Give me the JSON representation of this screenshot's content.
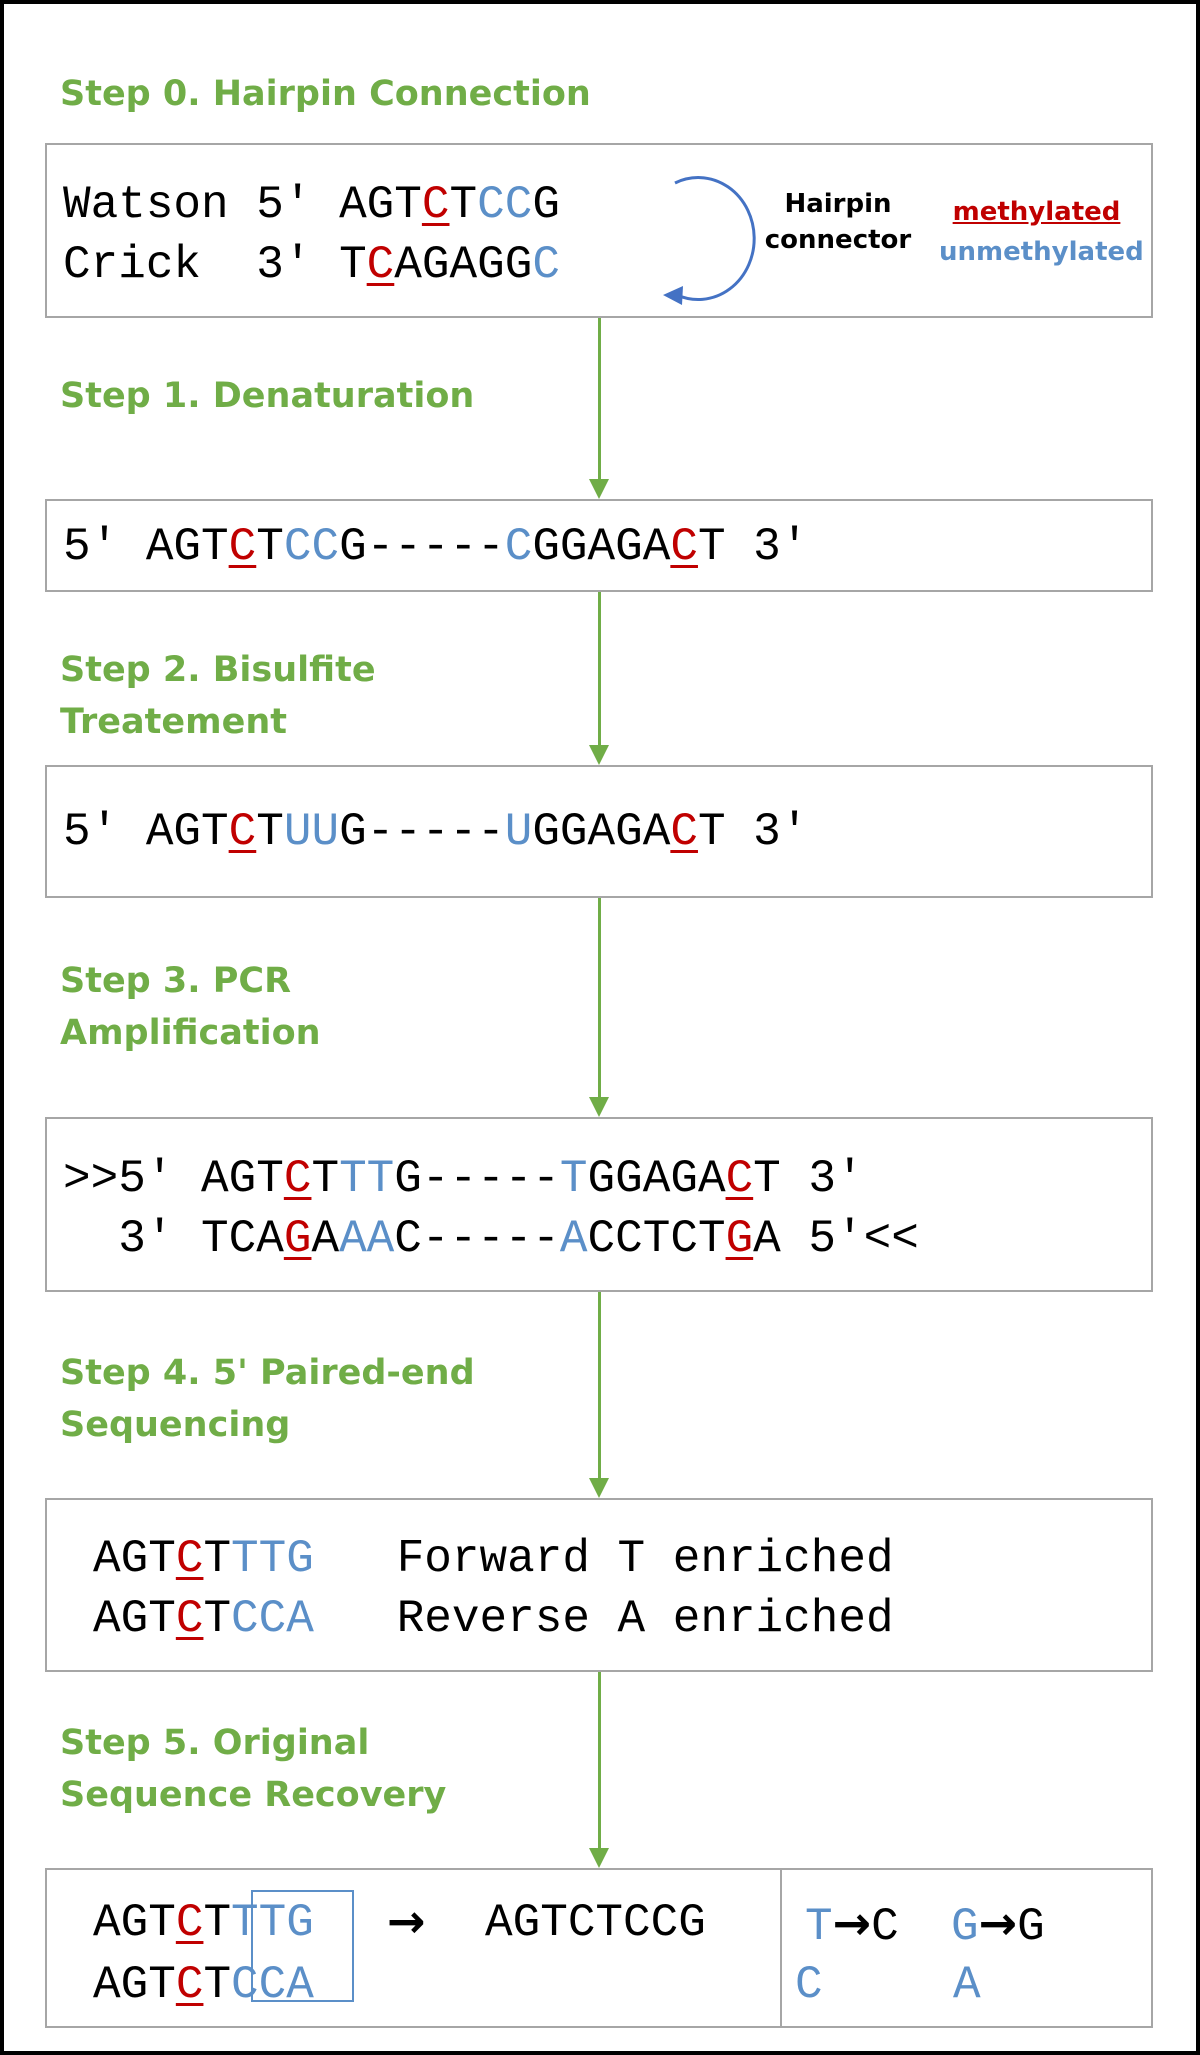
{
  "colors": {
    "step": "#70ad47",
    "methylated": "#c00000",
    "unmethylated": "#5b8fc8",
    "border": "#a6a6a6"
  },
  "steps": [
    {
      "title": "Step 0. Hairpin Connection"
    },
    {
      "title": "Step 1. Denaturation"
    },
    {
      "title": "Step 2. Bisulfite",
      "title2": "Treatement"
    },
    {
      "title": "Step 3. PCR",
      "title2": "Amplification"
    },
    {
      "title": "Step 4. 5' Paired-end",
      "title2": "Sequencing"
    },
    {
      "title": "Step 5. Original",
      "title2": "Sequence Recovery"
    }
  ],
  "step0": {
    "watson_label": "Watson 5'",
    "crick_label": "Crick  3'",
    "watson_seq": [
      "AGT",
      "C",
      "T",
      "CC",
      "G"
    ],
    "crick_seq": [
      "T",
      "C",
      "AGAGG",
      "C"
    ],
    "hairpin_label1": "Hairpin",
    "hairpin_label2": "connector",
    "legend_methylated": "methylated",
    "legend_unmethylated": "unmethylated"
  },
  "step1": {
    "parts": [
      "5' AGT",
      "C",
      "T",
      "CC",
      "G-----",
      "C",
      "GGAGA",
      "C",
      "T 3'"
    ]
  },
  "step2": {
    "parts": [
      "5' AGT",
      "C",
      "T",
      "UU",
      "G-----",
      "U",
      "GGAGA",
      "C",
      "T 3'"
    ]
  },
  "step3": {
    "line1": [
      ">>5' AGT",
      "C",
      "T",
      "TT",
      "G-----",
      "T",
      "GGAGA",
      "C",
      "T 3'"
    ],
    "line2": [
      "  3' TCA",
      "G",
      "A",
      "AA",
      "C-----",
      "A",
      "CCTCT",
      "G",
      "A 5'<<"
    ]
  },
  "step4": {
    "line1": [
      "AGT",
      "C",
      "T",
      "TTG",
      "   Forward T enriched"
    ],
    "line2": [
      "AGT",
      "C",
      "T",
      "CCA",
      "   Reverse A enriched"
    ]
  },
  "step5": {
    "line1": [
      "AGT",
      "C",
      "T",
      "TTG"
    ],
    "line2": [
      "AGT",
      "C",
      "T",
      "CCA"
    ],
    "arrow": "→",
    "recovered": "AGTCTCCG",
    "rule_t_top": "T",
    "rule_t_arrow": "→",
    "rule_t_result": "C",
    "rule_g_top": "G",
    "rule_g_arrow": "→",
    "rule_g_result": "G",
    "rule_t_bottom": "C",
    "rule_g_bottom": "A"
  }
}
